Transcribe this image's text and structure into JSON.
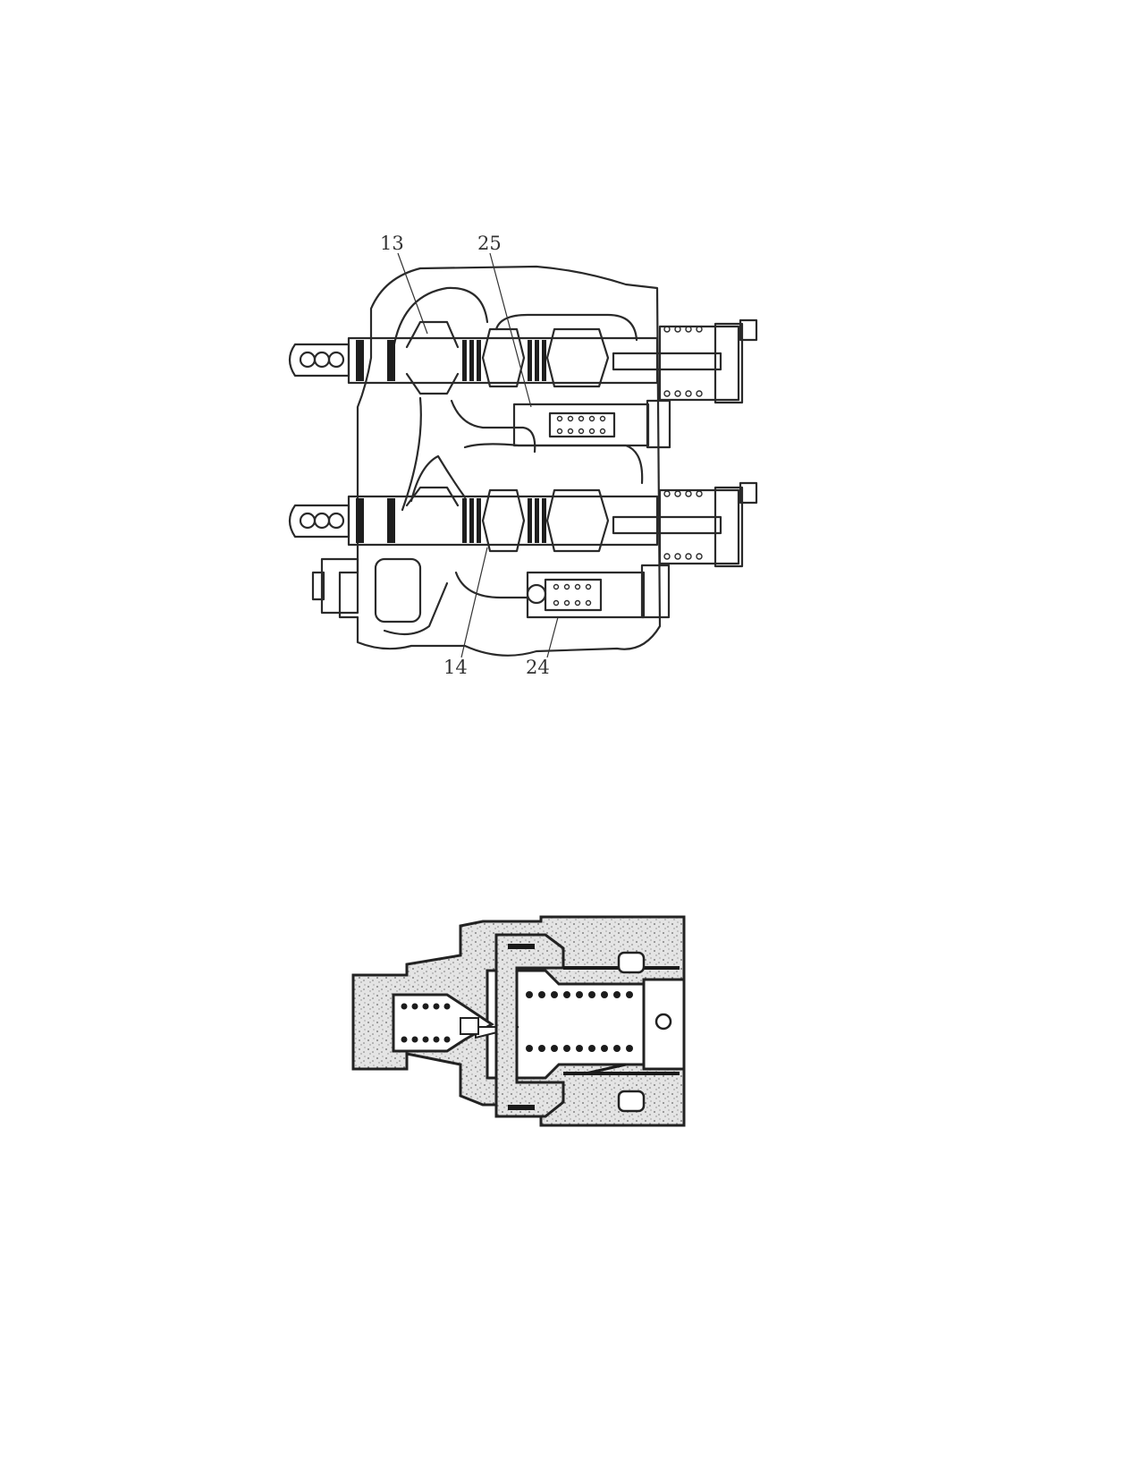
{
  "figure_1": {
    "callouts": [
      {
        "id": "callout-13",
        "text": "13"
      },
      {
        "id": "callout-25",
        "text": "25"
      },
      {
        "id": "callout-14",
        "text": "14"
      },
      {
        "id": "callout-24",
        "text": "24"
      }
    ]
  },
  "figure_2": {}
}
